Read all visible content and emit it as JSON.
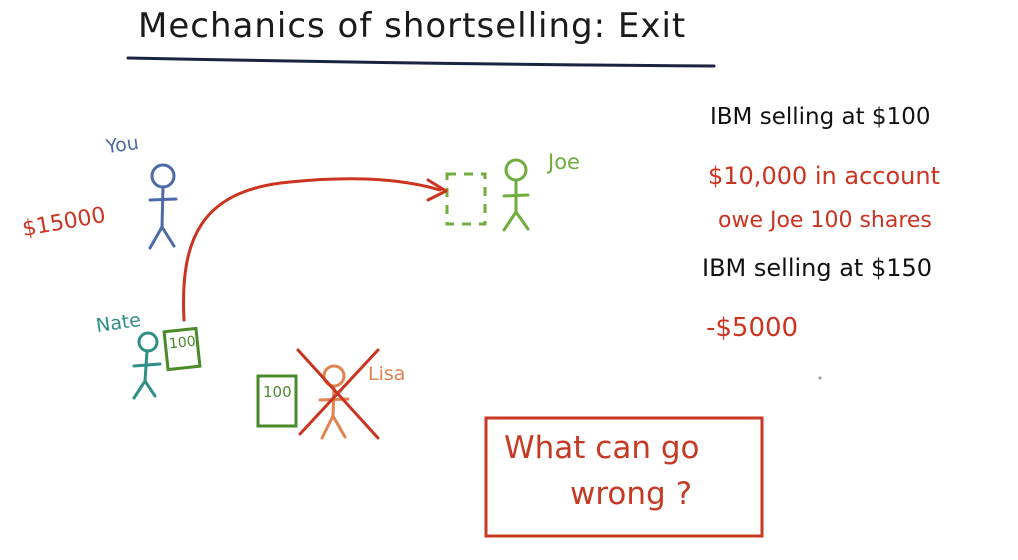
{
  "title": "Mechanics of shortselling: Exit",
  "labels": {
    "you": "You",
    "joe": "Joe",
    "nate": "Nate",
    "lisa": "Lisa",
    "you_money": "$15000",
    "nate_shares": "100",
    "lisa_shares": "100"
  },
  "notes": [
    "IBM selling at $100",
    "$10,000 in account",
    "owe Joe 100 shares",
    "IBM selling at $150",
    "-$5000"
  ],
  "question": {
    "line1": "What can go",
    "line2": "wrong ?"
  },
  "colors": {
    "title": "#1a1a1a",
    "you": "#4d6aa8",
    "joe": "#6fae3c",
    "nate": "#2f8f86",
    "lisa": "#e0834f",
    "red": "#cc3320",
    "shares_box": "#4a8a2a"
  }
}
